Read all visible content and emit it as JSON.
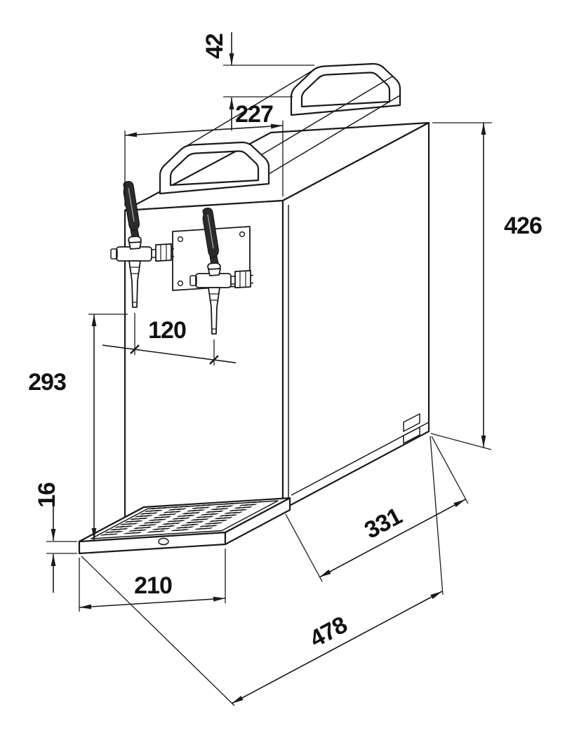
{
  "drawing": {
    "background": "#ffffff",
    "line_color": "#1a1a1a",
    "lever_color": "#2b2b2b"
  },
  "dimensions": {
    "handle_height": "42",
    "top_width": "227",
    "body_height": "426",
    "tap_spacing": "120",
    "tap_outlet_to_tray": "293",
    "tray_height": "16",
    "body_depth": "331",
    "tray_width": "210",
    "overall_depth": "478"
  }
}
